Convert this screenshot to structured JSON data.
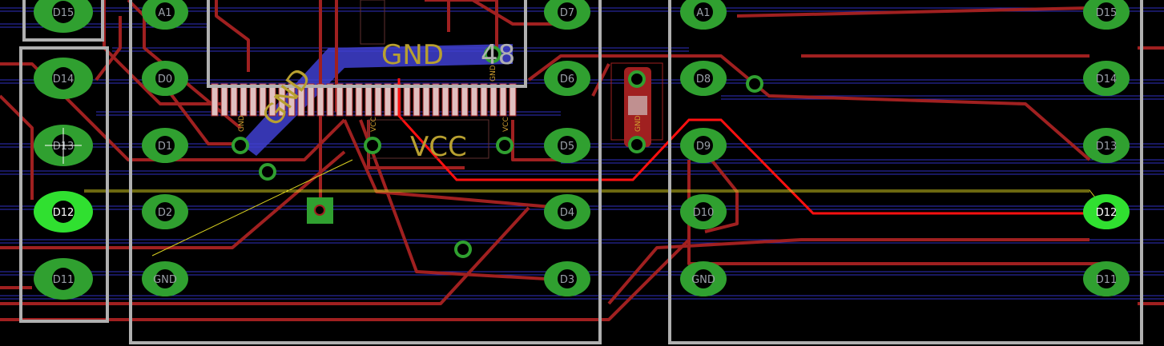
{
  "board": {
    "colors": {
      "background": "#000000",
      "top_copper": "#a02020",
      "top_copper_selected": "#ff1010",
      "bottom_copper": "#3030c0",
      "ground_pour": "#4040d0",
      "pad": "#30a030",
      "pad_highlight": "#30e030",
      "silkscreen": "#b0b0b0",
      "airwire": "#d8d020"
    },
    "headers": {
      "left_outer": {
        "labels": [
          "D15",
          "D14",
          "D13",
          "D12",
          "D11"
        ]
      },
      "left_inner": {
        "labels": [
          "A1",
          "D0",
          "D1",
          "D2",
          "GND"
        ]
      },
      "center_right": {
        "labels": [
          "D7",
          "D6",
          "D5",
          "D4",
          "D3"
        ]
      },
      "right_inner": {
        "labels": [
          "A1",
          "D8",
          "D9",
          "D10",
          "GND"
        ]
      },
      "right_outer": {
        "labels": [
          "D15",
          "D14",
          "D13",
          "D12",
          "D11"
        ]
      }
    },
    "chip": {
      "gnd_label_angled": "GND",
      "gnd_label": "GND",
      "vcc_label": "VCC",
      "pin_count_label": "48",
      "pin_labels": {
        "gnd_left": "GND",
        "vcc_left": "VCC",
        "gnd_right": "GND",
        "vcc_right": "VCC"
      }
    },
    "component": {
      "label": "GND"
    },
    "selected_net": "D12"
  }
}
